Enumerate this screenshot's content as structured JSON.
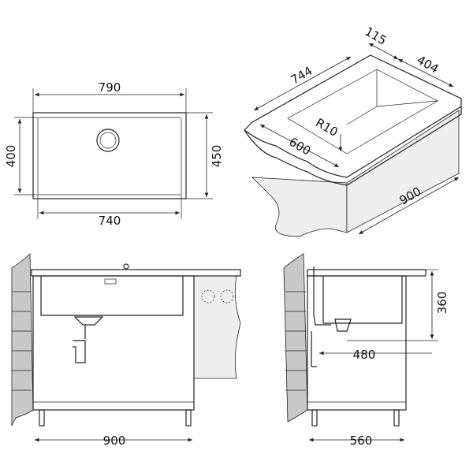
{
  "top_view": {
    "width_outer": "790",
    "width_inner": "740",
    "depth_inner": "400",
    "depth_outer": "450"
  },
  "iso_view": {
    "length": "744",
    "rim": "115",
    "bowl_depth": "404",
    "radius": "R10",
    "depth": "600",
    "cabinet": "900"
  },
  "front_view": {
    "cabinet_width": "900"
  },
  "side_view": {
    "cabinet_depth": "560",
    "drain_offset": "480",
    "height": "360"
  }
}
